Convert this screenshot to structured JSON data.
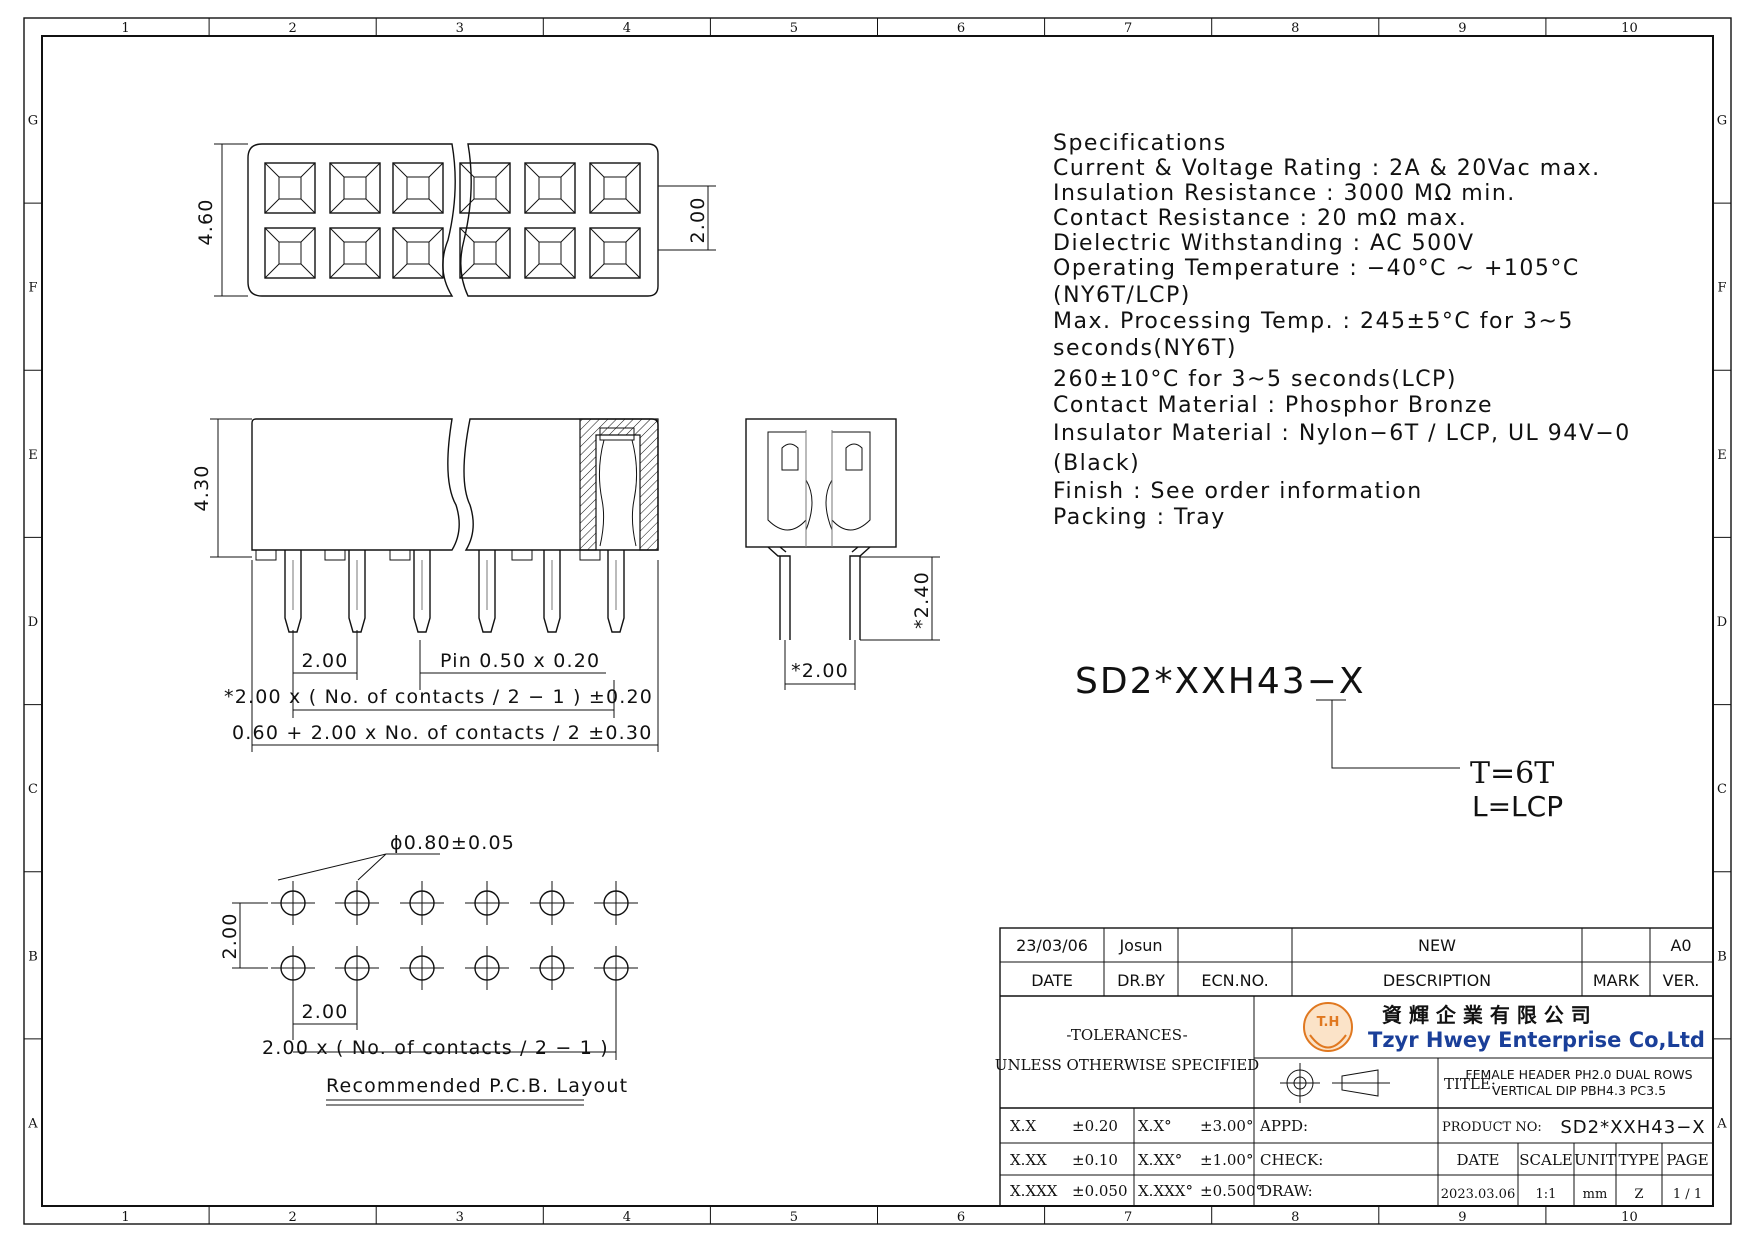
{
  "frame": {
    "columns": [
      "1",
      "2",
      "3",
      "4",
      "5",
      "6",
      "7",
      "8",
      "9",
      "10"
    ],
    "rows": [
      "G",
      "F",
      "E",
      "D",
      "C",
      "B",
      "A"
    ]
  },
  "specifications": {
    "heading": "Specifications",
    "lines": [
      "Current & Voltage Rating : 2A & 20Vac max.",
      "Insulation Resistance : 3000 MΩ min.",
      "Contact Resistance : 20 mΩ max.",
      "Dielectric Withstanding : AC 500V",
      "Operating Temperature : −40°C ~ +105°C",
      "(NY6T/LCP)",
      "Max. Processing Temp. : 245±5°C for 3~5",
      "seconds(NY6T)",
      "260±10°C for 3~5 seconds(LCP)",
      "Contact Material : Phosphor Bronze",
      "Insulator Material : Nylon−6T / LCP, UL 94V−0",
      "(Black)",
      "Finish : See order information",
      "Packing : Tray"
    ]
  },
  "part_code": {
    "number": "SD2*XXH43−X",
    "options": [
      "T=6T",
      "L=LCP"
    ]
  },
  "dimensions": {
    "top_height": "4.60",
    "row_pitch": "2.00",
    "side_height": "4.30",
    "pitch": "2.00",
    "pin_size": "Pin 0.50 x 0.20",
    "span_formula": "*2.00 x ( No. of contacts / 2 − 1 ) ±0.20",
    "length_formula": "0.60 + 2.00 x No. of contacts / 2 ±0.30",
    "end_pitch": "*2.00",
    "tail_length": "*2.40"
  },
  "pcb_layout": {
    "hole_dia": "ϕ0.80±0.05",
    "row_pitch": "2.00",
    "pitch": "2.00",
    "span_formula": "2.00 x ( No. of  contacts / 2 − 1 )",
    "title": "Recommended P.C.B. Layout"
  },
  "title_block": {
    "revision": {
      "date": "23/03/06",
      "drawn_by": "Josun",
      "ecn": "",
      "description": "NEW",
      "mark": "",
      "version": "A0"
    },
    "revision_headers": [
      "DATE",
      "DR.BY",
      "ECN.NO.",
      "DESCRIPTION",
      "MARK",
      "VER."
    ],
    "tolerances_title": "-TOLERANCES-",
    "tolerances_note": "UNLESS OTHERWISE SPECIFIED",
    "tolerances": [
      {
        "label": "X.X",
        "value": "±0.20",
        "angle_label": "X.X°",
        "angle_value": "±3.00°"
      },
      {
        "label": "X.XX",
        "value": "±0.10",
        "angle_label": "X.XX°",
        "angle_value": "±1.00°"
      },
      {
        "label": "X.XXX",
        "value": "±0.050",
        "angle_label": "X.XXX°",
        "angle_value": "±0.500°"
      }
    ],
    "company": {
      "logo_text": "T.H",
      "chinese_name": "資 輝 企 業 有 限 公 司",
      "english_name": "Tzyr Hwey Enterprise Co,Ltd",
      "brand_color": "#e07820",
      "name_color": "#1a3f99"
    },
    "title_label": "TITLE:",
    "title_line1": "FEMALE HEADER PH2.0 DUAL ROWS",
    "title_line2": "VERTICAL DIP PBH4.3 PC3.5",
    "appd_label": "APPD:",
    "check_label": "CHECK:",
    "draw_label": "DRAW:",
    "product_no_label": "PRODUCT NO:",
    "product_no": "SD2*XXH43−X",
    "info_headers": [
      "DATE",
      "SCALE",
      "UNIT",
      "TYPE",
      "PAGE"
    ],
    "info_values": [
      "2023.03.06",
      "1:1",
      "mm",
      "Z",
      "1 / 1"
    ]
  }
}
